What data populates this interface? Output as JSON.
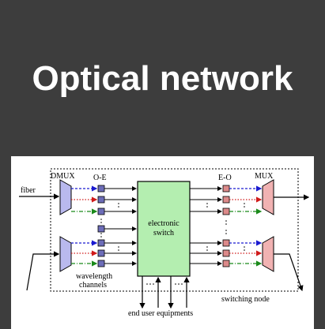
{
  "header": {
    "title": "Optical network"
  },
  "diagram": {
    "labels": {
      "dmux": "DMUX",
      "oe": "O-E",
      "eo": "E-O",
      "mux": "MUX",
      "fiber": "fiber",
      "switch_line1": "electronic",
      "switch_line2": "switch",
      "wavelength_line1": "wavelength",
      "wavelength_line2": "channels",
      "end_user": "end user equipments",
      "switching_node": "switching node"
    },
    "colors": {
      "background": "#3d3d3d",
      "demux_fill": "#b9b9ee",
      "mux_fill": "#f1b2b2",
      "switch_fill": "#b4eeb0",
      "port_fill": "#6d6db8",
      "port_fill_eo": "#dc8a8a",
      "blue": "#1a1ad0",
      "red": "#d01a1a",
      "green": "#1a8a1a"
    }
  }
}
